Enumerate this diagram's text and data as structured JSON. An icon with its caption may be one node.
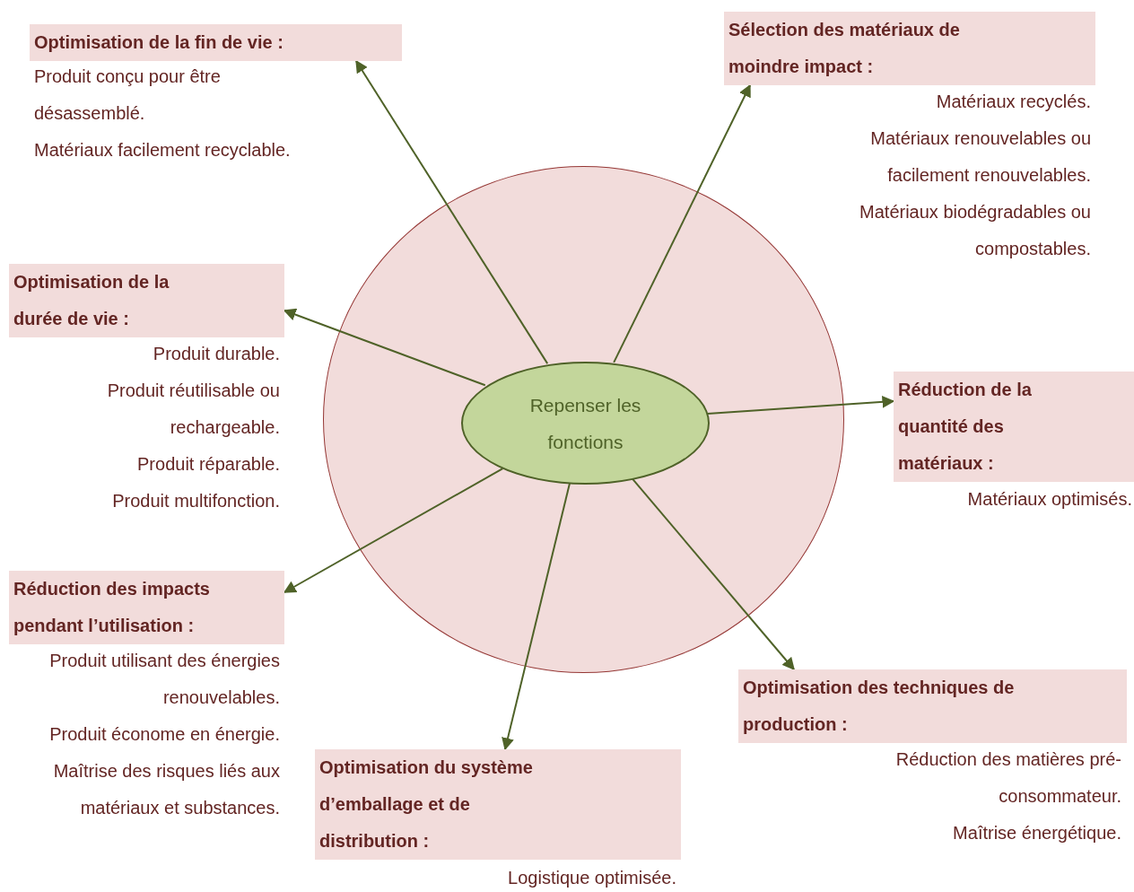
{
  "diagram": {
    "nodes": [
      {
        "text": [],
        "shape": "circle"
      },
      {
        "text": [
          "Repenser les fonctions"
        ],
        "in": 0
      },
      {
        "text": [
          "Optimisation de la fin de vie :"
        ],
        "beside": [
          "Produit conçu pour être désassemblé.",
          "Matériaux facilement recyclable."
        ]
      },
      {
        "text": [
          "Sélection des matériaux de moindre impact :"
        ],
        "beside": [
          "Matériaux recyclés.",
          "Matériaux renouvelables ou facilement renouvelables.",
          "Matériaux biodégradables ou compostables."
        ]
      },
      {
        "text": [
          "Optimisation de la durée de vie :"
        ],
        "beside": [
          "Produit durable.",
          "Produit réutilisable ou rechargeable.",
          "Produit réparable.",
          "Produit multifonction."
        ]
      },
      {
        "text": [
          "Réduction de la quantité des matériaux :"
        ],
        "beside": [
          "Matériaux optimisés."
        ]
      },
      {
        "text": [
          "Réduction des impacts pendant l’utilisation :"
        ],
        "beside": [
          "Produit utilisant des énergies renouvelables.",
          "Produit économe en énergie.",
          "Maîtrise des risques liés aux matériaux et substances."
        ]
      },
      {
        "text": [
          "Optimisation des techniques de production :"
        ],
        "beside": [
          "Réduction des matières pré-consommateur.",
          "Maîtrise énergétique."
        ]
      },
      {
        "text": [
          "Optimisation du système d’emballage et de distribution :"
        ],
        "beside": [
          "Logistique optimisée."
        ]
      }
    ],
    "edges": [
      {
        "from": 1,
        "to": 2,
        "arrow": "to"
      },
      {
        "from": 1,
        "to": 3,
        "arrow": "to"
      },
      {
        "from": 1,
        "to": 4,
        "arrow": "to"
      },
      {
        "from": 1,
        "to": 5,
        "arrow": "to"
      },
      {
        "from": 1,
        "to": 6,
        "arrow": "to"
      },
      {
        "from": 1,
        "to": 7,
        "arrow": "to"
      },
      {
        "from": 1,
        "to": 8,
        "arrow": "to"
      }
    ]
  }
}
